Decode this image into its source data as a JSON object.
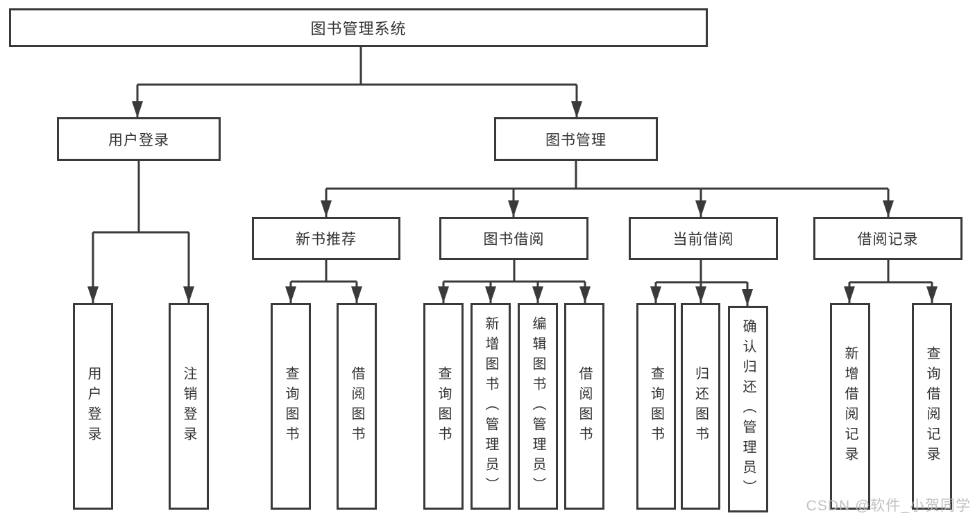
{
  "diagram": {
    "root": "图书管理系统",
    "level2": {
      "user_login": "用户登录",
      "book_mgmt": "图书管理"
    },
    "level3": {
      "new_books": "新书推荐",
      "book_borrow": "图书借阅",
      "current_borrow": "当前借阅",
      "borrow_records": "借阅记录"
    },
    "leaves": {
      "user_login_1": "用户登录",
      "user_login_2": "注销登录",
      "new_books_1": "查询图书",
      "new_books_2": "借阅图书",
      "book_borrow_1": "查询图书",
      "book_borrow_2": "新增图书（管理员）",
      "book_borrow_3": "编辑图书（管理员）",
      "book_borrow_4": "借阅图书",
      "current_borrow_1": "查询图书",
      "current_borrow_2": "归还图书",
      "current_borrow_3": "确认归还（管理员）",
      "borrow_records_1": "新增借阅记录",
      "borrow_records_2": "查询借阅记录"
    }
  },
  "watermark": "CSDN @软件_小贺同学",
  "colors": {
    "line": "#3a3a3a",
    "text": "#333333",
    "background": "#ffffff",
    "watermark": "#b9b9b9"
  }
}
